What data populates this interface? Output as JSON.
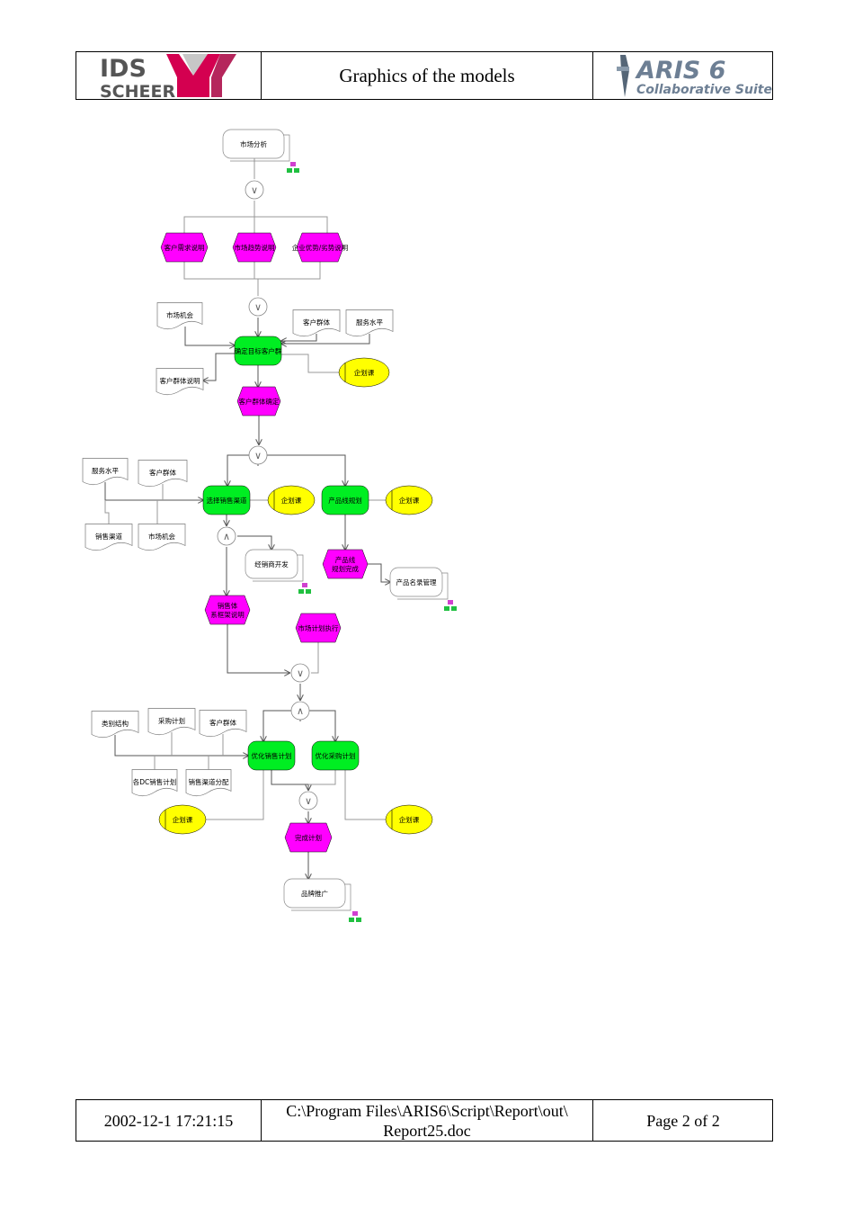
{
  "header": {
    "logo_left_line1": "IDS",
    "logo_left_line2": "SCHEER",
    "title": "Graphics of the models",
    "logo_right_line1": "ARIS 6",
    "logo_right_line2": "Collaborative Suite"
  },
  "footer": {
    "datetime": "2002-12-1 17:21:15",
    "path_line1": "C:\\Program Files\\ARIS6\\Script\\Report\\out\\",
    "path_line2": "Report25.doc",
    "page": "Page 2  of 2"
  },
  "colors": {
    "event": "#ff00ff",
    "function": "#00ee22",
    "org_unit": "#ffff00",
    "line": "#999999"
  },
  "diagram": {
    "nodes": [
      {
        "id": "n1",
        "type": "process_interface",
        "label": "市场分析"
      },
      {
        "id": "n2",
        "type": "event",
        "label": "客户需求说明"
      },
      {
        "id": "n3",
        "type": "event",
        "label": "市场趋势说明"
      },
      {
        "id": "n4",
        "type": "event",
        "label": "企业优势/劣势说明"
      },
      {
        "id": "n5",
        "type": "document",
        "label": "市场机会"
      },
      {
        "id": "n6",
        "type": "document",
        "label": "客户群体"
      },
      {
        "id": "n7",
        "type": "document",
        "label": "服务水平"
      },
      {
        "id": "n8",
        "type": "function",
        "label": "确定目标客户群"
      },
      {
        "id": "n9",
        "type": "org_unit",
        "label": "企划课"
      },
      {
        "id": "n10",
        "type": "document",
        "label": "客户群体说明"
      },
      {
        "id": "n11",
        "type": "event",
        "label": "客户群体确定"
      },
      {
        "id": "n12",
        "type": "document",
        "label": "服务水平"
      },
      {
        "id": "n13",
        "type": "document",
        "label": "客户群体"
      },
      {
        "id": "n14",
        "type": "function",
        "label": "选择销售渠道"
      },
      {
        "id": "n15",
        "type": "org_unit",
        "label": "企划课"
      },
      {
        "id": "n16",
        "type": "function",
        "label": "产品线规划"
      },
      {
        "id": "n17",
        "type": "org_unit",
        "label": "企划课"
      },
      {
        "id": "n18",
        "type": "document",
        "label": "销售渠道"
      },
      {
        "id": "n19",
        "type": "document",
        "label": "市场机会"
      },
      {
        "id": "n20",
        "type": "process_interface",
        "label": "经销商开发"
      },
      {
        "id": "n21",
        "type": "event",
        "label": "产品线规划完成",
        "lines": [
          "产品线",
          "规划完成"
        ]
      },
      {
        "id": "n22",
        "type": "process_interface",
        "label": "产品名录管理"
      },
      {
        "id": "n23",
        "type": "event",
        "label": "销售体系框架说明",
        "lines": [
          "销售体",
          "系框架说明"
        ]
      },
      {
        "id": "n24",
        "type": "event",
        "label": "市场计划执行"
      },
      {
        "id": "n25",
        "type": "document",
        "label": "类别结构"
      },
      {
        "id": "n26",
        "type": "document",
        "label": "采购计划"
      },
      {
        "id": "n27",
        "type": "document",
        "label": "客户群体"
      },
      {
        "id": "n28",
        "type": "function",
        "label": "优化销售计划"
      },
      {
        "id": "n29",
        "type": "function",
        "label": "优化采购计划"
      },
      {
        "id": "n30",
        "type": "document",
        "label": "各DC销售计划"
      },
      {
        "id": "n31",
        "type": "document",
        "label": "销售渠道分配"
      },
      {
        "id": "n32",
        "type": "org_unit",
        "label": "企划课"
      },
      {
        "id": "n33",
        "type": "org_unit",
        "label": "企划课"
      },
      {
        "id": "n34",
        "type": "event",
        "label": "完成计划"
      },
      {
        "id": "n35",
        "type": "process_interface",
        "label": "品牌推广"
      }
    ],
    "operators": [
      {
        "id": "o1",
        "symbol": "∨"
      },
      {
        "id": "o2",
        "symbol": "∨"
      },
      {
        "id": "o3",
        "symbol": "∨"
      },
      {
        "id": "o4",
        "symbol": "∧"
      },
      {
        "id": "o5",
        "symbol": "∨"
      },
      {
        "id": "o6",
        "symbol": "∧"
      },
      {
        "id": "o7",
        "symbol": "∨"
      }
    ],
    "assignment_icons": [
      {
        "id": "a1"
      },
      {
        "id": "a2"
      },
      {
        "id": "a3"
      },
      {
        "id": "a4"
      }
    ]
  }
}
